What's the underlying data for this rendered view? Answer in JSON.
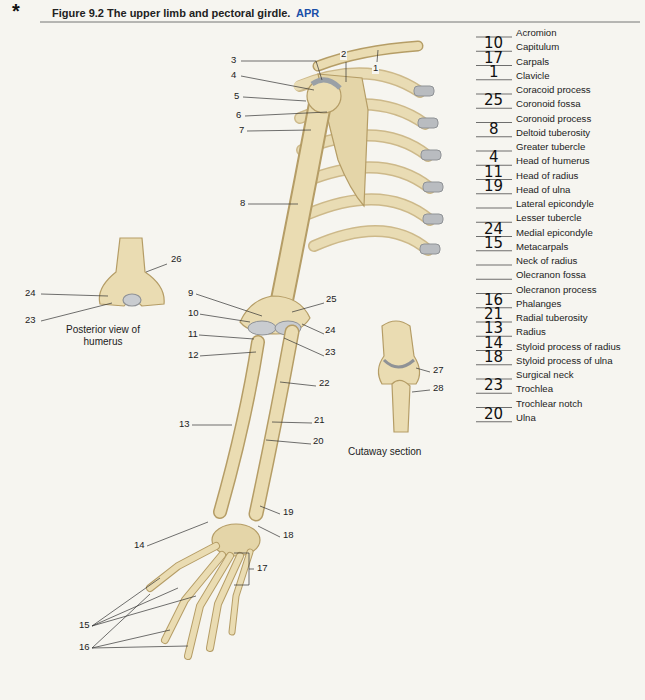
{
  "diagram": {
    "title": "Figure 9.2 The upper limb and pectoral girdle.",
    "labels": [
      "*",
      "APR",
      "3",
      "4",
      "5",
      "6",
      "7",
      "2",
      "1",
      "8",
      "26",
      "9",
      "10",
      "11",
      "12",
      "24",
      "23",
      "25",
      "24",
      "23",
      "22",
      "21",
      "20",
      "13",
      "19",
      "18",
      "17",
      "14",
      "15",
      "16",
      "27",
      "28",
      "Posterior view of humerus",
      "Cutaway section",
      "Acromion",
      "Capitulum",
      "Carpals",
      "Clavicle",
      "Coracoid process",
      "Coronoid fossa",
      "Coronoid process",
      "Deltoid tuberosity",
      "Greater tubercle",
      "Head of humerus",
      "Head of radius",
      "Head of ulna",
      "Lateral epicondyle",
      "Lesser tubercle",
      "Medial epicondyle",
      "Metacarpals",
      "Neck of radius",
      "Olecranon fossa",
      "Olecranon process",
      "Phalanges",
      "Radial tuberosity",
      "Radius",
      "Styloid process of radius",
      "Styloid process of ulna",
      "Surgical neck",
      "Trochlea",
      "Trochlear notch",
      "Ulna",
      "10",
      "17",
      "1",
      "25",
      "8",
      "4",
      "11",
      "19",
      "24",
      "15",
      "16",
      "21",
      "13",
      "14",
      "18",
      "23",
      "20"
    ]
  }
}
